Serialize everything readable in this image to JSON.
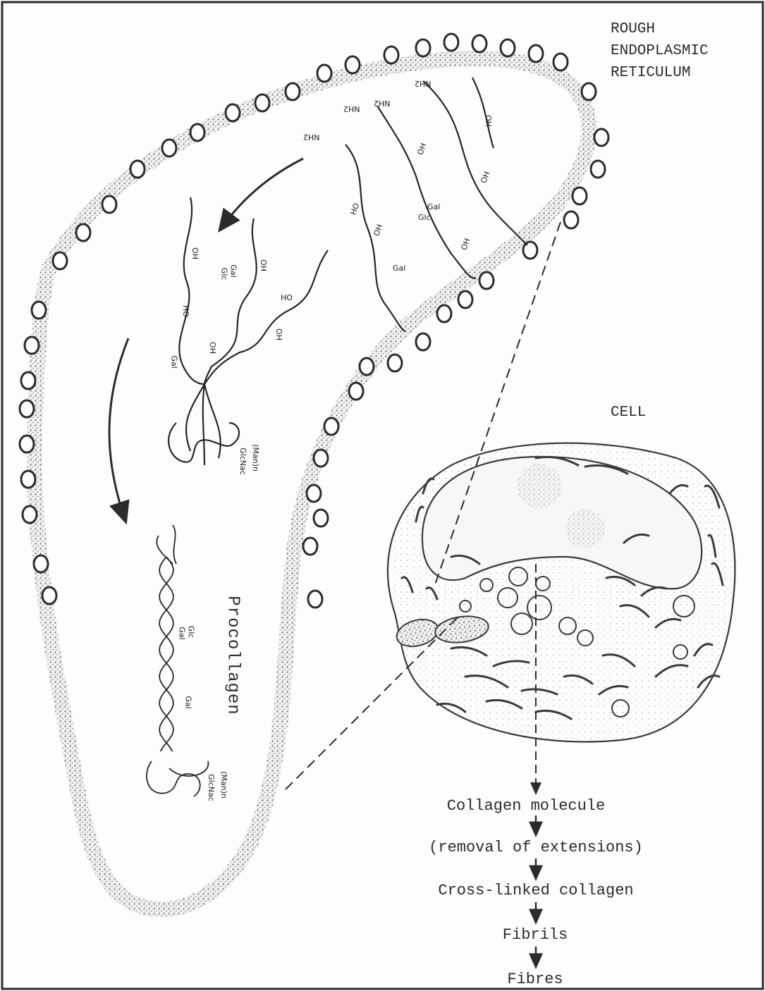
{
  "labels": {
    "rough_er": [
      "ROUGH",
      "ENDOPLASMIC",
      "RETICULUM"
    ],
    "cell": "CELL",
    "procollagen": "Procollagen"
  },
  "flow_steps": [
    "Collagen molecule",
    "(removal of extensions)",
    "Cross-linked collagen",
    "Fibrils",
    "Fibres"
  ],
  "chain_labels": {
    "nh2": "NH2",
    "oh": "OH",
    "ho": "HO",
    "gal": "Gal",
    "glc": "Glc",
    "glcnac": "GlcNac",
    "manose": "(Man)n"
  },
  "colors": {
    "ink": "#2b2b2b",
    "membrane": "#8a8a8a",
    "paper": "#fdfdfc"
  }
}
